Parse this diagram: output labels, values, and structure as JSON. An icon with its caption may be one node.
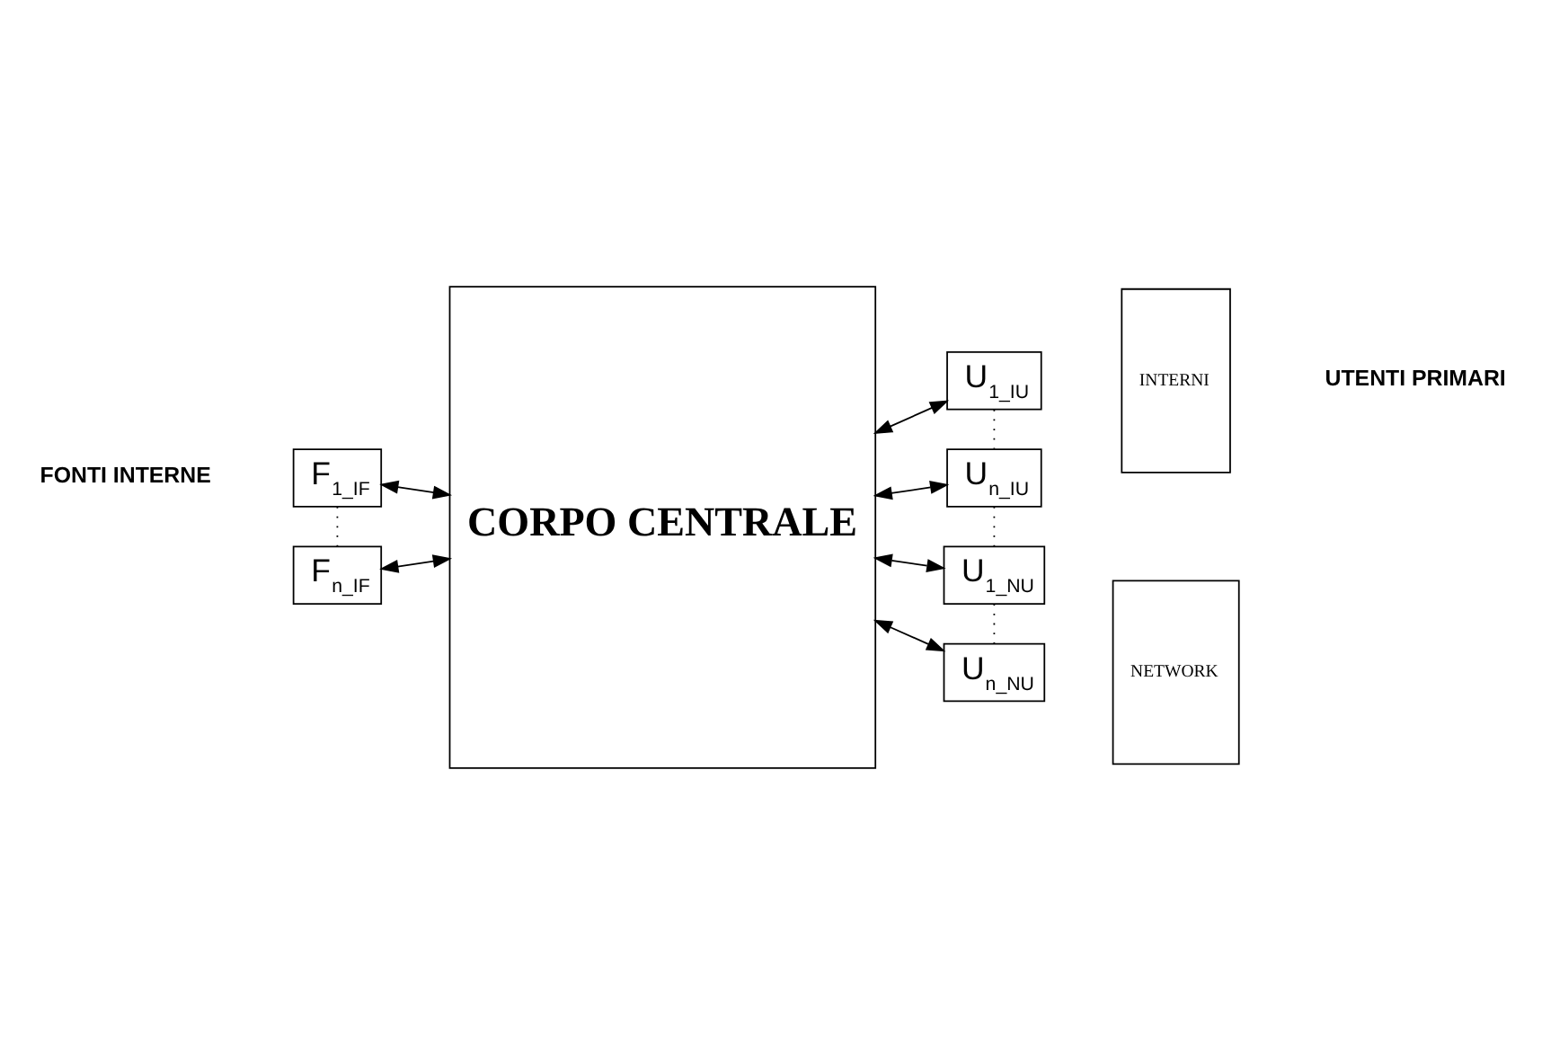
{
  "diagram": {
    "nodes": [
      {
        "text": [
          "CORPO CENTRALE"
        ]
      },
      {
        "text": [
          "F$_{1_IF}$"
        ]
      },
      {
        "text": [
          "F$_{n_IF}$"
        ]
      },
      {
        "text": [
          "U$_{1_IU}$"
        ]
      },
      {
        "text": [
          "U$_{n_IU}$"
        ]
      },
      {
        "text": [
          "U$_{1_NU}$"
        ]
      },
      {
        "text": [
          "U$_{n_NU}$"
        ]
      },
      {
        "text": [
          "INTERNI"
        ]
      },
      {
        "text": [
          "NETWORK"
        ]
      }
    ],
    "edges": [
      {
        "from": 1,
        "to": 0,
        "arrow": "both"
      },
      {
        "from": 2,
        "to": 0,
        "arrow": "both"
      },
      {
        "from": 0,
        "to": 3,
        "arrow": "both"
      },
      {
        "from": 0,
        "to": 4,
        "arrow": "both"
      },
      {
        "from": 0,
        "to": 5,
        "arrow": "both"
      },
      {
        "from": 0,
        "to": 6,
        "arrow": "both"
      },
      {
        "from": 1,
        "to": 2,
        "arrow": "none",
        "style": "dashed"
      },
      {
        "from": 3,
        "to": 4,
        "arrow": "none",
        "style": "dashed"
      },
      {
        "from": 4,
        "to": 5,
        "arrow": "none",
        "style": "dashed"
      },
      {
        "from": 5,
        "to": 6,
        "arrow": "none",
        "style": "dashed"
      }
    ],
    "labels": [
      "FONTI INTERNE",
      "UTENTI PRIMARI"
    ]
  }
}
